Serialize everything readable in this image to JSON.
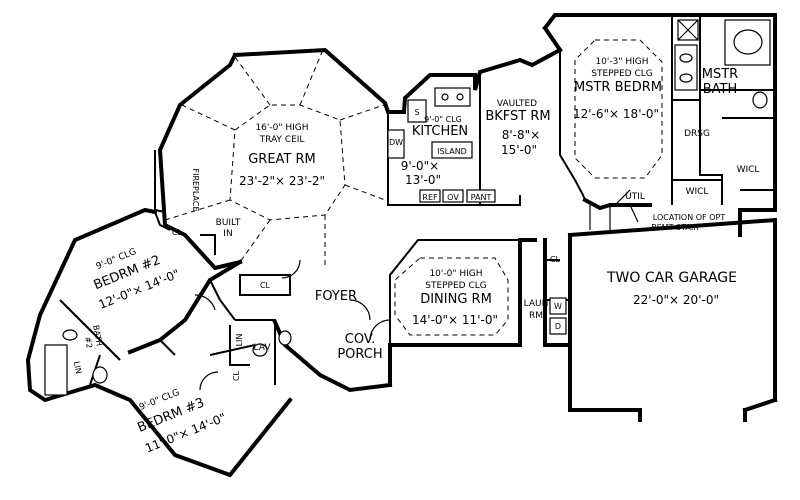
{
  "rooms": {
    "great_rm": {
      "note1": "16'-0\" HIGH",
      "note2": "TRAY CEIL",
      "name": "GREAT RM",
      "dim": "23'-2\"× 23'-2\""
    },
    "kitchen": {
      "note": "9'-0\" CLG",
      "name": "KITCHEN",
      "island": "ISLAND",
      "dim1": "9'-0\"×",
      "dim2": "13'-0\""
    },
    "bkfst": {
      "note": "VAULTED",
      "name": "BKFST RM",
      "dim1": "8'-8\"×",
      "dim2": "15'-0\""
    },
    "mstr_bedrm": {
      "note1": "10'-3\" HIGH",
      "note2": "STEPPED CLG",
      "name": "MSTR BEDRM",
      "dim": "12'-6\"× 18'-0\""
    },
    "mstr_bath": {
      "name1": "MSTR",
      "name2": "BATH"
    },
    "drsg": {
      "name": "DRSG"
    },
    "wicl_right": {
      "name": "WICL"
    },
    "wicl_bottom": {
      "name": "WICL"
    },
    "util": {
      "name": "UTIL"
    },
    "bsmt_stair": {
      "line1": "LOCATION OF OPT",
      "line2": "BSMT STAIR"
    },
    "garage": {
      "name": "TWO CAR GARAGE",
      "dim": "22'-0\"× 20'-0\""
    },
    "dining": {
      "note1": "10'-0\" HIGH",
      "note2": "STEPPED CLG",
      "name": "DINING RM",
      "dim": "14'-0\"× 11'-0\""
    },
    "laun": {
      "name1": "LAUN",
      "name2": "RM",
      "w": "W",
      "d": "D"
    },
    "foyer": {
      "name": "FOYER"
    },
    "porch": {
      "name1": "COV.",
      "name2": "PORCH"
    },
    "bedrm2": {
      "note": "9'-0\" CLG",
      "name": "BEDRM #2",
      "dim": "12'-0\"× 14'-0\""
    },
    "bedrm3": {
      "note": "9'-0\" CLG",
      "name": "BEDRM #3",
      "dim": "11'-0\"× 14'-0\""
    },
    "bath2": {
      "name1": "BATH",
      "name2": "#2"
    },
    "lav": {
      "name": "LAV"
    }
  },
  "labels": {
    "fireplace": "FIREPLACE",
    "built_in1": "BUILT",
    "built_in2": "IN",
    "cl": "CL",
    "lin": "LIN",
    "dw": "DW",
    "ref": "REF",
    "ov": "OV",
    "pant": "PANT",
    "s": "S"
  }
}
